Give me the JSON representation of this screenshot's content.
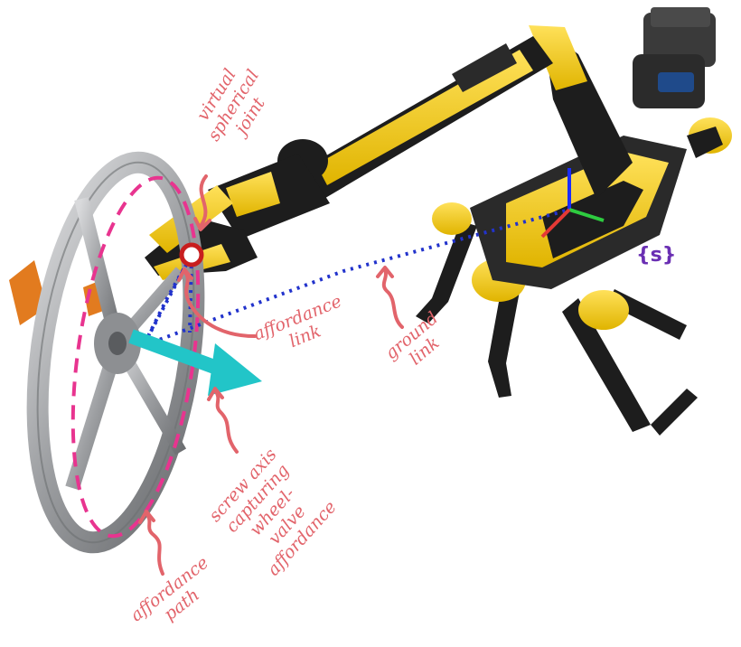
{
  "labels": {
    "virtual_spherical_joint": [
      "virtual",
      "spherical",
      "joint"
    ],
    "affordance_link": [
      "affordance",
      "link"
    ],
    "ground_link": [
      "ground",
      "link"
    ],
    "screw_axis": [
      "screw axis",
      "capturing",
      "wheel-",
      "valve",
      "affordance"
    ],
    "affordance_path": [
      "affordance",
      "path"
    ],
    "frame": "{s}"
  },
  "colors": {
    "label": "#e2646b",
    "frame_label": "#6a2fb3",
    "dotted_link": "#2233cc",
    "affordance_path": "#e8348f",
    "screw_axis": "#22c5c8",
    "joint_marker": "#c81e1e",
    "robot_yellow": "#f2c812",
    "robot_black": "#1d1d1d",
    "wheel_grey": "#a7a9ac",
    "bracket_orange": "#e27b1f",
    "axis_x": "#e53935",
    "axis_y": "#2ecc40",
    "axis_z": "#1a2cff"
  }
}
